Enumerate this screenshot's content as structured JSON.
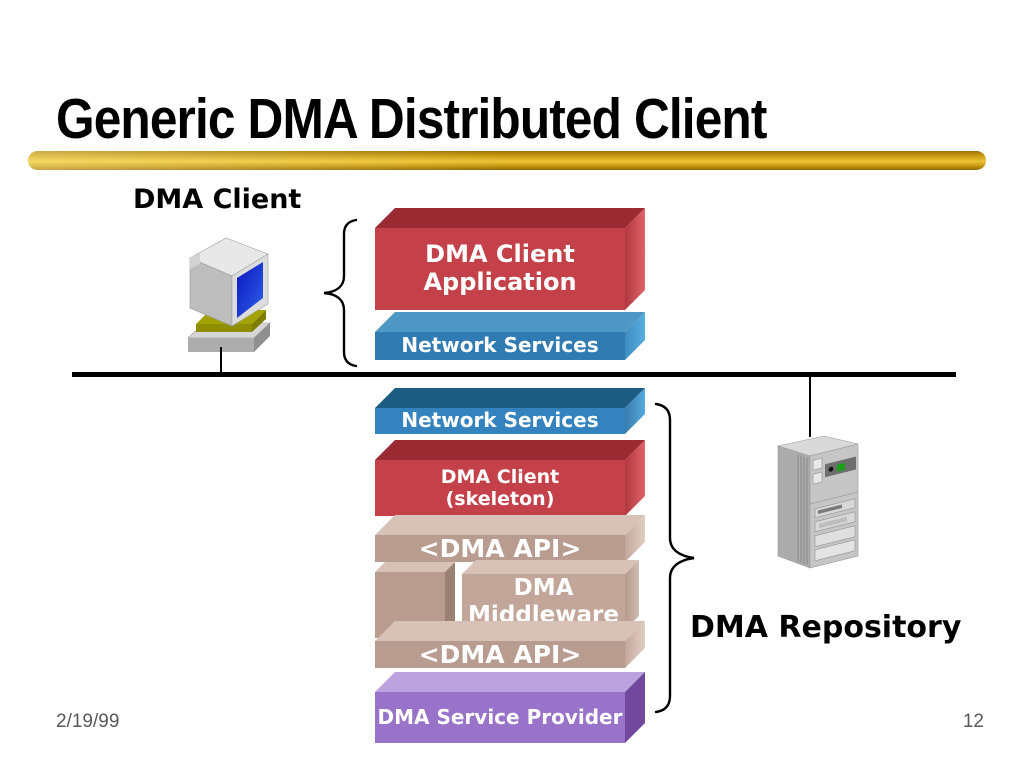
{
  "slide": {
    "title": "Generic DMA Distributed Client",
    "client_label": "DMA Client",
    "repository_label": "DMA Repository",
    "boxes": {
      "client_app": "DMA Client\nApplication",
      "network_top": "Network Services",
      "network_bottom": "Network Services",
      "client_skeleton": "DMA Client\n(skeleton)",
      "api_top": "<DMA API>",
      "middleware": "DMA\nMiddleware",
      "api_bottom": "<DMA API>",
      "service_provider": "DMA Service Provider"
    },
    "footer": {
      "date": "2/19/99",
      "page_number": "12"
    },
    "colors": {
      "title_underline_gold": "#edc435",
      "application_red": "#c4414a",
      "network_blue": "#3583be",
      "middleware_tan": "#b99c90",
      "provider_purple": "#9973c9"
    }
  }
}
